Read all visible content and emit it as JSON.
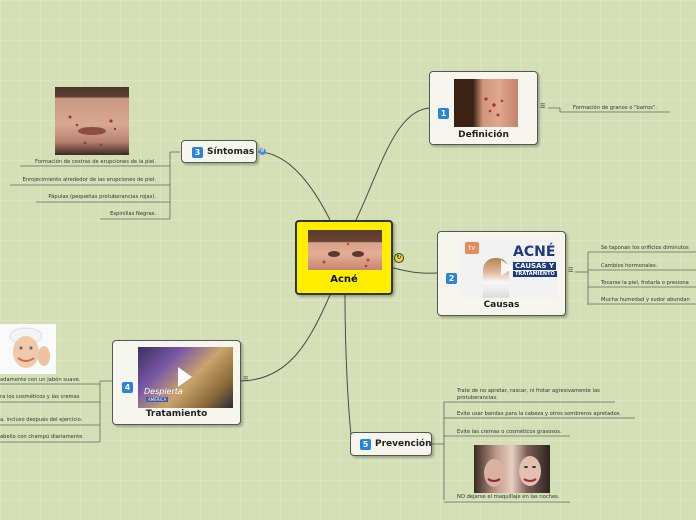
{
  "central": {
    "title": "Acné"
  },
  "definicion": {
    "num": "1",
    "title": "Definición",
    "leaves": [
      "Formación de granos o \"barros\"."
    ]
  },
  "causas": {
    "num": "2",
    "title": "Causas",
    "video_text": [
      "ACNÉ",
      "CAUSAS Y",
      "TRATAMIENTO"
    ],
    "video_logo": "tv",
    "leaves": [
      "Se taponan los orificios diminutos",
      "Cambios hormonales.",
      "Tocarse la piel, frotarla o presiona",
      "Mucha humedad y sudor abundan"
    ]
  },
  "sintomas": {
    "num": "3",
    "title": "Síntomas",
    "leaves": [
      "Formación de costras de erupciones de la piel.",
      "Enrojecimiento alrededor de las erupciones de piel.",
      "Pápulas (pequeñas protuberancias rojas).",
      "Espinillas Negras."
    ]
  },
  "tratamiento": {
    "num": "4",
    "title": "Tratamiento",
    "video_text": "Despierta",
    "video_sub": "AMÉRICA",
    "leaves": [
      "adamente con un jabón suave.",
      "ra los cosméticos y las cremas",
      "a, incluso después del ejercicio.",
      "abello con champú diariamente."
    ]
  },
  "prevencion": {
    "num": "5",
    "title": "Prevención",
    "leaves": [
      "Trate de no apretar, rascar, ni frotar agresivamente las",
      "protuberancias.",
      "Evite usar bandas para la cabeza y otros sombreros apretados.",
      "Evite las cremas o cosméticos grasosos.",
      "NO dejarse el maquillaje en las noches."
    ]
  },
  "colors": {
    "central_fill": "#ffee00",
    "number_badge": "#2a83d8",
    "link": "#444444"
  }
}
